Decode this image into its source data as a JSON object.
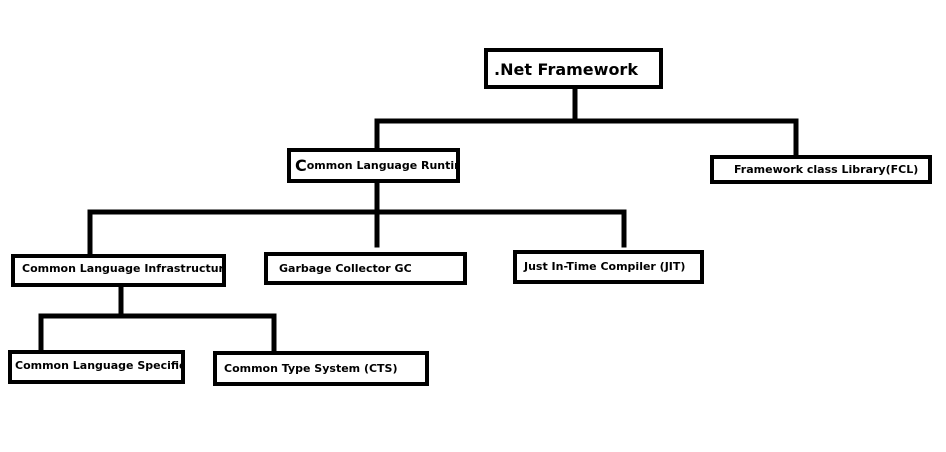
{
  "diagram": {
    "root": {
      "label": ".Net Framework"
    },
    "clr": {
      "initial": "C",
      "rest": "ommon Language Runtime"
    },
    "fcl": {
      "label": "Framework class Library(FCL)"
    },
    "cli": {
      "label": "Common Language Infrastructure"
    },
    "gc": {
      "label": "Garbage Collector GC"
    },
    "jit": {
      "label": "Just In-Time Compiler (JIT)"
    },
    "cls": {
      "label": "Common Language Specification"
    },
    "cts": {
      "label": "Common Type System (CTS)"
    },
    "line_color": "#000000",
    "box_border_color": "#000000"
  }
}
